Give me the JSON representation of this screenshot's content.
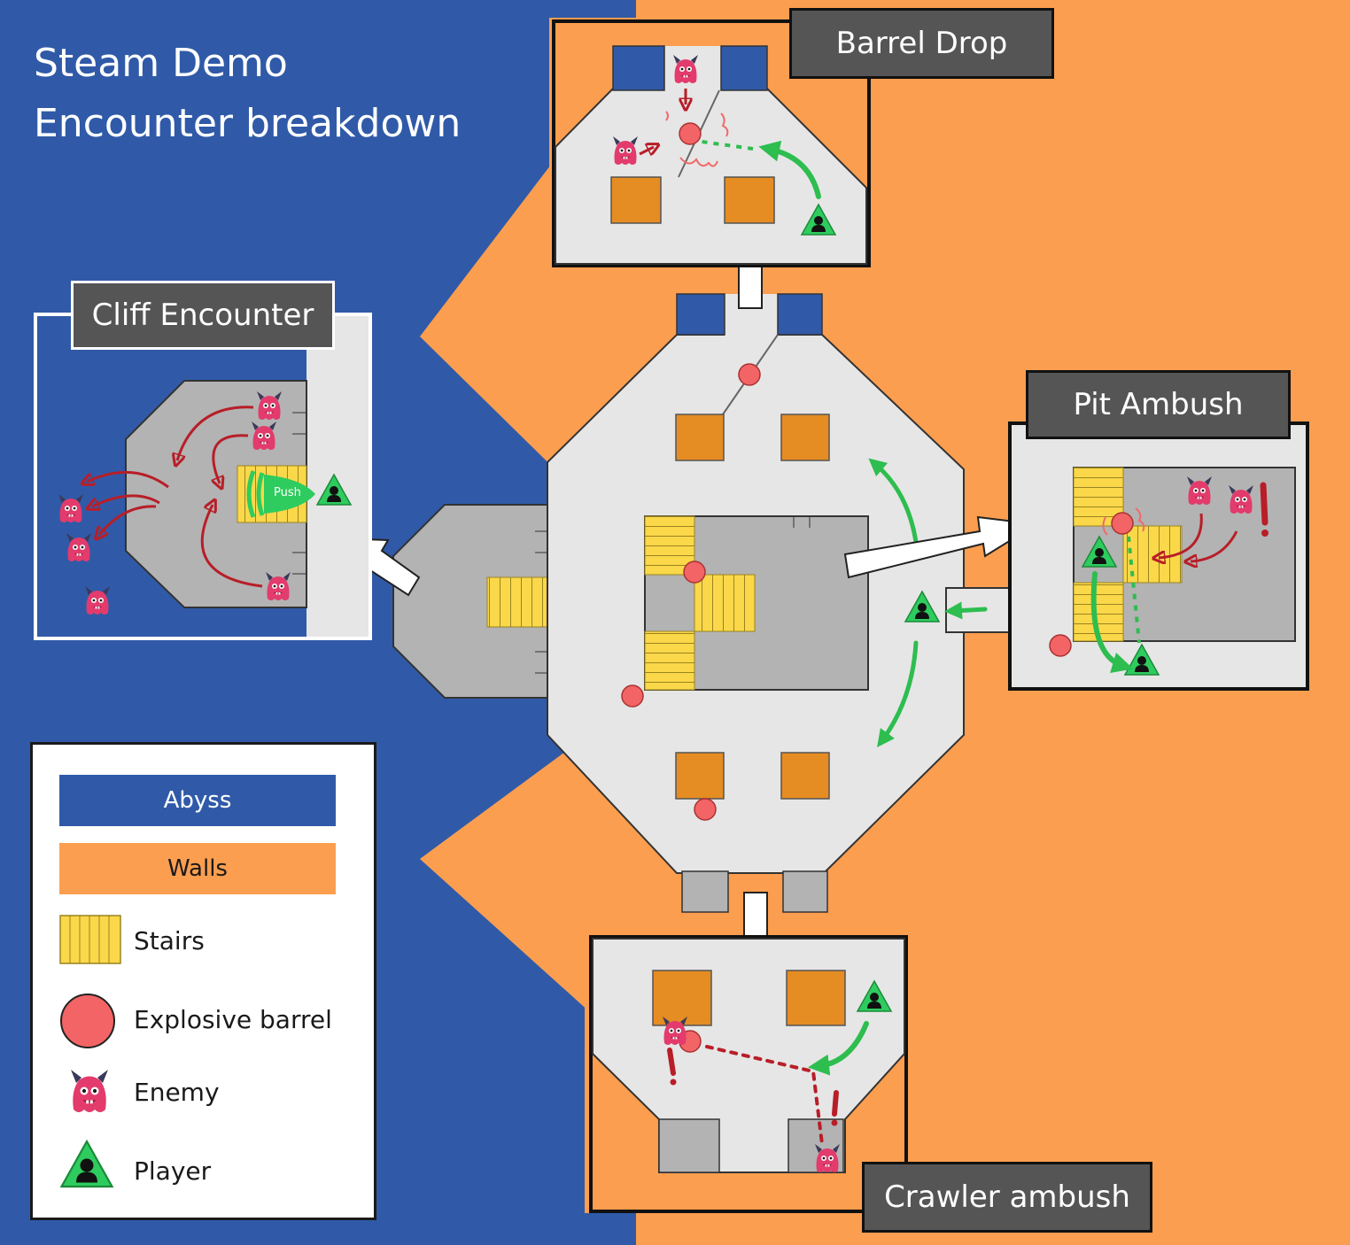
{
  "title": {
    "line1": "Steam Demo",
    "line2": "Encounter breakdown"
  },
  "encounters": {
    "barrel_drop": "Barrel Drop",
    "cliff": "Cliff Encounter",
    "pit_ambush": "Pit Ambush",
    "crawler_ambush": "Crawler ambush"
  },
  "push_label": "Push",
  "legend": {
    "abyss": "Abyss",
    "walls": "Walls",
    "stairs": "Stairs",
    "barrel": "Explosive barrel",
    "enemy": "Enemy",
    "player": "Player"
  },
  "colors": {
    "abyss": "#305aa8",
    "walls": "#fc9e4f",
    "floor": "#e6e6e6",
    "lower_floor": "#b3b3b3",
    "pillar": "#e58c22",
    "stairs": "#fbd84a",
    "barrel": "#f26465",
    "enemy": "#e23b6c",
    "player": "#2ecc5e",
    "route": "#2ebd4f",
    "threat": "#b81e28"
  }
}
